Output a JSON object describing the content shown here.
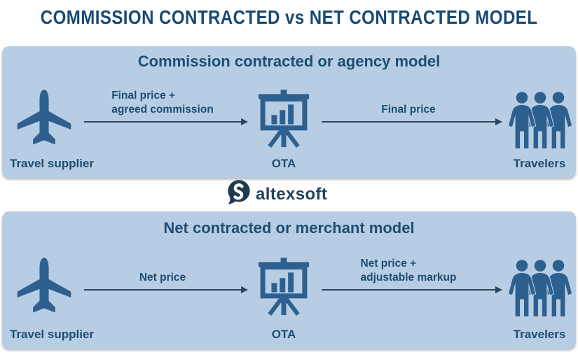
{
  "title": "COMMISSION CONTRACTED vs NET CONTRACTED MODEL",
  "logo": {
    "name": "altexsoft"
  },
  "colors": {
    "panel_bg": "#b7cde3",
    "icon_blue": "#2e608f",
    "text_navy": "#1d4e74",
    "title_navy": "#174a73",
    "arrow": "#2e4457",
    "logo_navy": "#1f3b52",
    "logo_text": "#21425f"
  },
  "panels": [
    {
      "heading": "Commission contracted or agency model",
      "nodes": {
        "supplier": "Travel supplier",
        "ota": "OTA",
        "travelers": "Travelers"
      },
      "flows": {
        "supplier_to_ota": {
          "line1": "Final price +",
          "line2": "agreed commission"
        },
        "ota_to_travelers": {
          "line1": "Final price",
          "line2": ""
        }
      }
    },
    {
      "heading": "Net contracted or merchant model",
      "nodes": {
        "supplier": "Travel supplier",
        "ota": "OTA",
        "travelers": "Travelers"
      },
      "flows": {
        "supplier_to_ota": {
          "line1": "Net price",
          "line2": ""
        },
        "ota_to_travelers": {
          "line1": "Net price +",
          "line2": "adjustable markup"
        }
      }
    }
  ]
}
